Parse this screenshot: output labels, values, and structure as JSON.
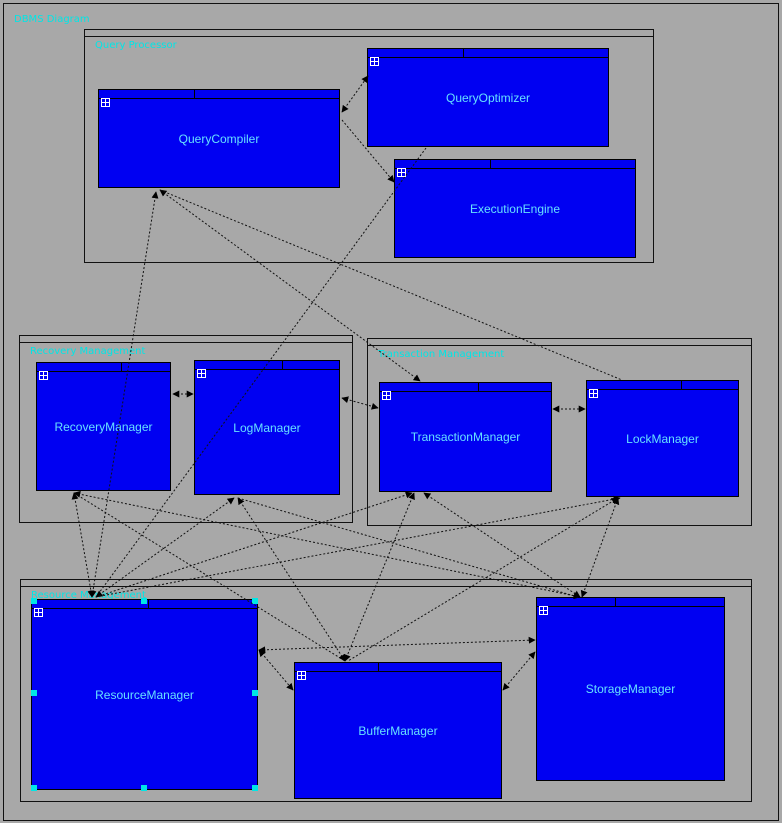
{
  "diagram": {
    "title": "DBMS Diagram",
    "groups": [
      {
        "id": "query-processor",
        "label": "Query Processor"
      },
      {
        "id": "recovery-management",
        "label": "Recovery Management"
      },
      {
        "id": "transaction-management",
        "label": "Transaction Management"
      },
      {
        "id": "resource-management",
        "label": "Resource Management"
      }
    ],
    "packages": [
      {
        "id": "QueryCompiler",
        "label": "QueryCompiler"
      },
      {
        "id": "QueryOptimizer",
        "label": "QueryOptimizer"
      },
      {
        "id": "ExecutionEngine",
        "label": "ExecutionEngine"
      },
      {
        "id": "RecoveryManager",
        "label": "RecoveryManager"
      },
      {
        "id": "LogManager",
        "label": "LogManager"
      },
      {
        "id": "TransactionManager",
        "label": "TransactionManager"
      },
      {
        "id": "LockManager",
        "label": "LockManager"
      },
      {
        "id": "ResourceManager",
        "label": "ResourceManager"
      },
      {
        "id": "BufferManager",
        "label": "BufferManager"
      },
      {
        "id": "StorageManager",
        "label": "StorageManager"
      }
    ],
    "selected": "ResourceManager",
    "colors": {
      "package_fill": "#0000f2",
      "label": "#66e0ff",
      "group_label": "#00e6e6",
      "background": "#a8a8a8"
    }
  }
}
